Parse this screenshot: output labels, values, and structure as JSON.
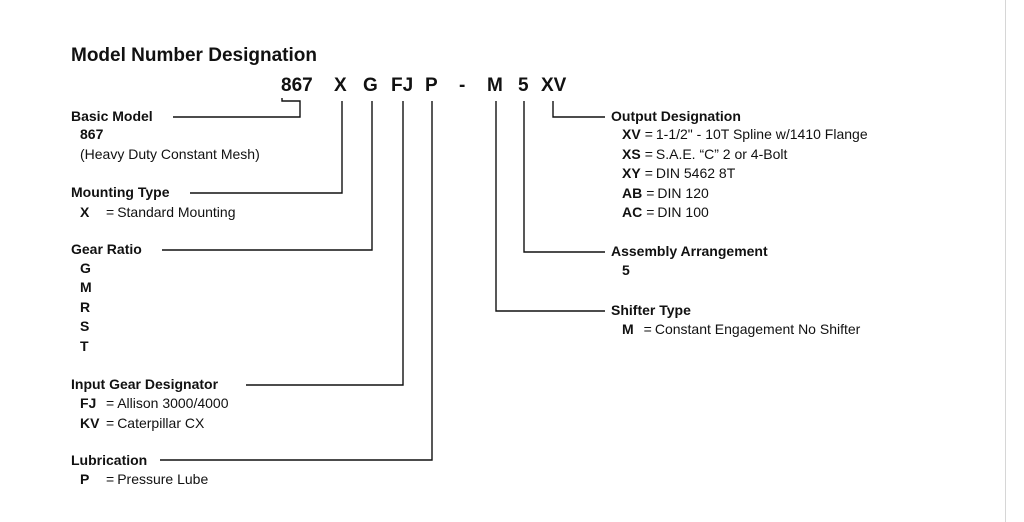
{
  "title": "Model Number Designation",
  "model_code": [
    {
      "id": "867",
      "text": "867"
    },
    {
      "id": "x",
      "text": "X"
    },
    {
      "id": "g",
      "text": "G"
    },
    {
      "id": "fj",
      "text": "FJ"
    },
    {
      "id": "p",
      "text": "P"
    },
    {
      "id": "dash",
      "text": "-"
    },
    {
      "id": "m",
      "text": "M"
    },
    {
      "id": "5",
      "text": "5"
    },
    {
      "id": "xv",
      "text": "XV"
    }
  ],
  "basic_model": {
    "heading": "Basic Model",
    "value": "867",
    "desc": "(Heavy Duty Constant Mesh)"
  },
  "mounting_type": {
    "heading": "Mounting Type",
    "options": [
      {
        "code": "X",
        "eq": "=",
        "desc": "Standard Mounting"
      }
    ]
  },
  "gear_ratio": {
    "heading": "Gear Ratio",
    "options": [
      "G",
      "M",
      "R",
      "S",
      "T"
    ]
  },
  "input_gear": {
    "heading": "Input Gear Designator",
    "options": [
      {
        "code": "FJ",
        "eq": "=",
        "desc": "Allison 3000/4000"
      },
      {
        "code": "KV",
        "eq": "=",
        "desc": "Caterpillar CX"
      }
    ]
  },
  "lubrication": {
    "heading": "Lubrication",
    "options": [
      {
        "code": "P",
        "eq": "=",
        "desc": "Pressure Lube"
      }
    ]
  },
  "output_designation": {
    "heading": "Output Designation",
    "options": [
      {
        "code": "XV",
        "eq": "=",
        "desc": "1-1/2\" - 10T Spline w/1410 Flange"
      },
      {
        "code": "XS",
        "eq": "=",
        "desc": "S.A.E. “C” 2 or 4-Bolt"
      },
      {
        "code": "XY",
        "eq": "=",
        "desc": "DIN 5462 8T"
      },
      {
        "code": "AB",
        "eq": "=",
        "desc": "DIN 120"
      },
      {
        "code": "AC",
        "eq": "=",
        "desc": "DIN 100"
      }
    ]
  },
  "assembly_arrangement": {
    "heading": "Assembly Arrangement",
    "value": "5"
  },
  "shifter_type": {
    "heading": "Shifter Type",
    "options": [
      {
        "code": "M",
        "eq": "=",
        "desc": "Constant Engagement No Shifter"
      }
    ]
  }
}
